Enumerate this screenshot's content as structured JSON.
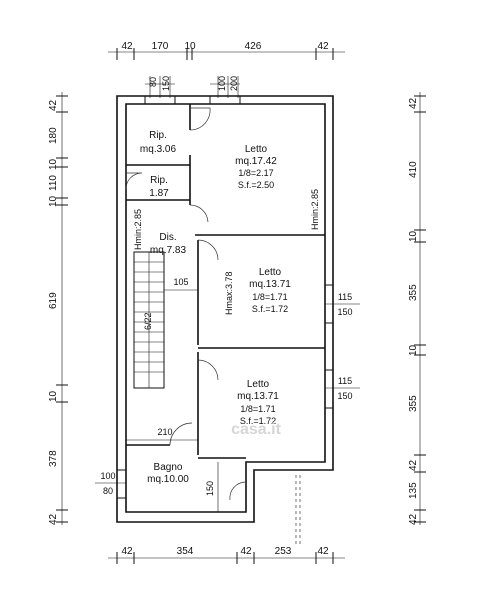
{
  "top_dims": [
    "42",
    "170",
    "10",
    "426",
    "42"
  ],
  "top_small_dims": [
    "80",
    "150",
    "100",
    "200"
  ],
  "bottom_dims": [
    "42",
    "354",
    "42",
    "253",
    "42"
  ],
  "left_dims": [
    "42",
    "180",
    "10",
    "110",
    "10",
    "619",
    "10",
    "378",
    "42"
  ],
  "right_dims": [
    "42",
    "410",
    "10",
    "355",
    "10",
    "355",
    "42",
    "135",
    "42"
  ],
  "rooms": {
    "rip1": {
      "name": "Rip.",
      "area": "mq.3.06"
    },
    "rip2": {
      "name": "Rip.",
      "area": "1.87"
    },
    "letto1": {
      "name": "Letto",
      "area": "mq.17.42",
      "ratio": "1/8=2.17",
      "sf": "S.f.=2.50"
    },
    "dis": {
      "name": "Dis.",
      "area": "mq.7.83"
    },
    "letto2": {
      "name": "Letto",
      "area": "mq.13.71",
      "ratio": "1/8=1.71",
      "sf": "S.f.=1.72"
    },
    "letto3": {
      "name": "Letto",
      "area": "mq.13.71",
      "ratio": "1/8=1.71",
      "sf": "S.f.=1.72"
    },
    "bagno": {
      "name": "Bagno",
      "area": "mq.10.00"
    }
  },
  "inner_dims": {
    "hmin_left": "Hmin:2.85",
    "hmin_right": "Hmin:2.85",
    "hmax": "Hmax:3.78",
    "stair": "6/22",
    "d105": "105",
    "d210": "210",
    "d150": "150",
    "w1_a": "115",
    "w1_b": "150",
    "w2_a": "115",
    "w2_b": "150",
    "bagno_a": "100",
    "bagno_b": "80"
  },
  "watermark": "casa.it"
}
